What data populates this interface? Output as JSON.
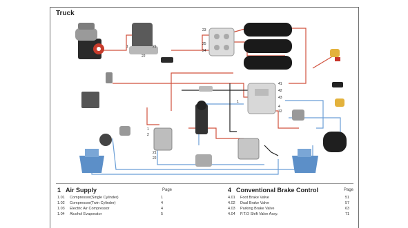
{
  "title": "Truck",
  "diagram": {
    "port_labels": [
      "1",
      "21",
      "22",
      "23",
      "25",
      "24",
      "41",
      "42",
      "43",
      "1",
      "1",
      "2",
      "4",
      "12",
      "21",
      "22"
    ]
  },
  "sections": [
    {
      "number": "1",
      "title": "Air Supply",
      "page_header": "Page",
      "items": [
        {
          "code": "1.01",
          "name": "Compressor(Single Cylinder)",
          "page": "1"
        },
        {
          "code": "1.02",
          "name": "Compressor(Twin Cylinder)",
          "page": "4"
        },
        {
          "code": "1.03",
          "name": "Electric Air Compressor",
          "page": "4"
        },
        {
          "code": "1.04",
          "name": "Alcohol Evaporator",
          "page": "5"
        }
      ]
    },
    {
      "number": "4",
      "title": "Conventional Brake Control",
      "page_header": "Page",
      "items": [
        {
          "code": "4.01",
          "name": "Foot Brake Valve",
          "page": "51"
        },
        {
          "code": "4.02",
          "name": "Dual Brake Valve",
          "page": "57"
        },
        {
          "code": "4.03",
          "name": "Parking Brake Valve",
          "page": "63"
        },
        {
          "code": "4.04",
          "name": "P.T.O Shift Valve Assy.",
          "page": "71"
        }
      ]
    }
  ],
  "colors": {
    "line_red": "#d0503c",
    "line_blue": "#6a9ed6",
    "line_black": "#222222",
    "tank": "#1a1a1a",
    "chamber_blue": "#5c8fc8"
  }
}
